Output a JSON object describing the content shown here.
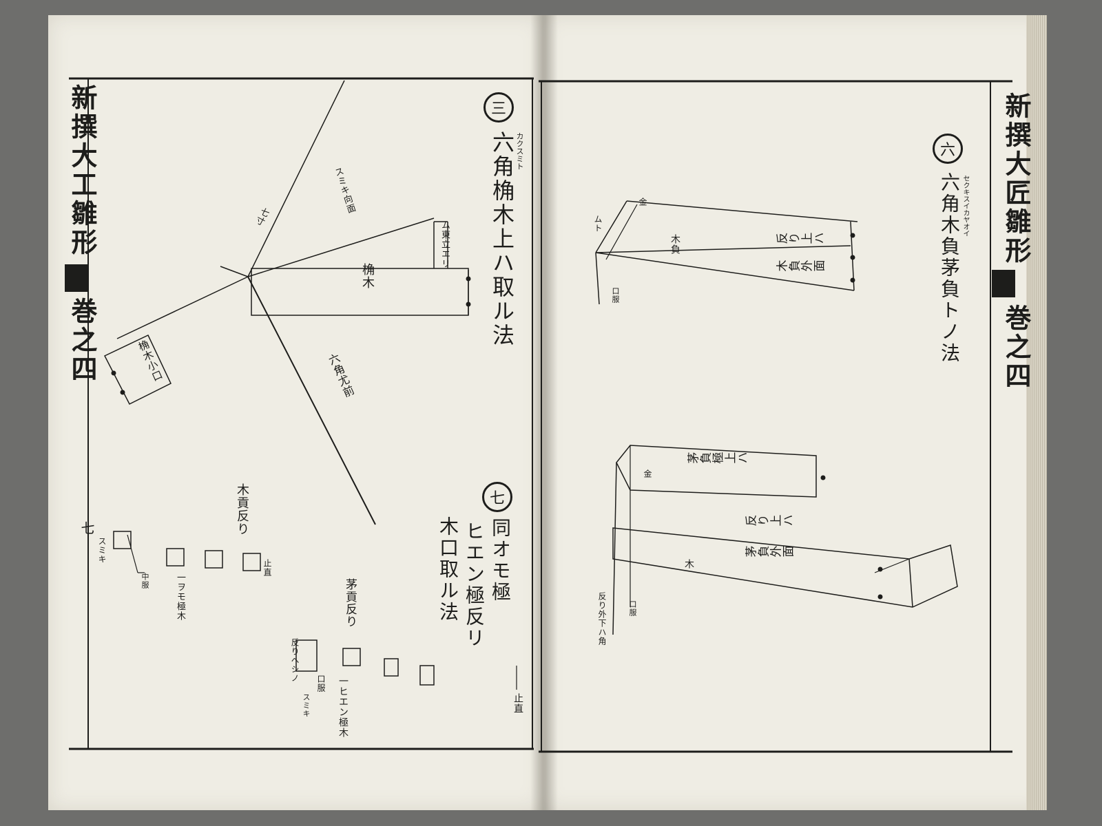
{
  "left_page": {
    "running_title": "新撰大工雛形",
    "volume": "巻之四",
    "folio": "七",
    "section_a": {
      "marker": "三",
      "heading": "六角桷木上ハ取ル法",
      "furigana": "カクスミト",
      "labels": {
        "hip": "六角尤前",
        "face": "桷木",
        "line1": "ム東立エリ",
        "line2": "スミキ向面",
        "line3": "桷木小口",
        "line4": "七寸",
        "line5": "木貢反り",
        "line6": "スミキ",
        "line7": "中服",
        "line8": "一ヲモ極木",
        "line9": "止直"
      }
    },
    "section_b": {
      "marker": "七",
      "heading_line1": "同オモ極",
      "heading_line2": "ヒエン極反リ",
      "heading_line3": "木口取ル法",
      "labels": {
        "l1": "茅貢反り",
        "l2": "一ヒエン極木",
        "l3": "口服",
        "l4": "スミキ",
        "l5": "止直",
        "l6": "反りヘシノ"
      }
    }
  },
  "right_page": {
    "running_title": "新撰大匠雛形",
    "volume": "巻之四",
    "section_a": {
      "marker": "六",
      "heading": "六角木負茅負トノ法",
      "furigana": "セクキスイカヤオイ",
      "labels": {
        "l1": "反り上ハ",
        "l2": "木負外面",
        "l3": "木負",
        "l4": "口服",
        "l5": "金",
        "l6": "ムト"
      }
    },
    "section_b": {
      "labels": {
        "l1": "茅負極上ハ",
        "l2": "反り上ハ",
        "l3": "茅負外面",
        "l4": "木",
        "l5": "口服",
        "l6": "反り外下ハ角",
        "l7": "金"
      }
    }
  }
}
